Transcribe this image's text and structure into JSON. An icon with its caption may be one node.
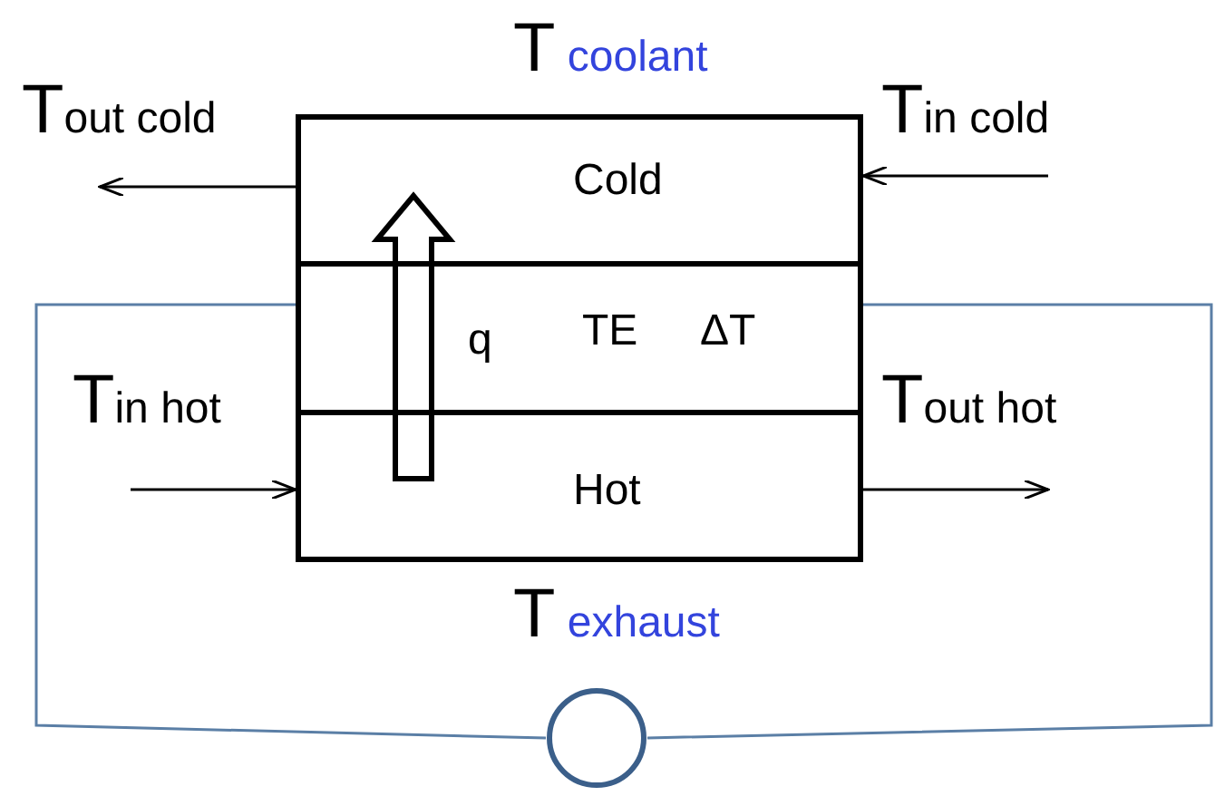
{
  "diagram": {
    "nodes": [
      {
        "text": [
          "Cold"
        ]
      },
      {
        "text": [
          "TE",
          "ΔT"
        ]
      },
      {
        "text": [
          "Hot"
        ]
      },
      {
        "text": [],
        "shape": "circle"
      }
    ],
    "edges": [
      {
        "from": 0,
        "to": null,
        "arrow": "to",
        "label": "Tout cold"
      },
      {
        "from": null,
        "to": 0,
        "arrow": "to",
        "label": "Tin cold"
      },
      {
        "from": null,
        "to": 2,
        "arrow": "to",
        "label": "Tin hot"
      },
      {
        "from": 2,
        "to": null,
        "arrow": "to",
        "label": "Tout hot"
      },
      {
        "from": 2,
        "to": 0,
        "arrow": "to",
        "label": "q",
        "style": "thick"
      },
      {
        "from": 1,
        "to": 3,
        "arrow": "none",
        "color": "#5b7fa6"
      },
      {
        "from": 3,
        "to": 1,
        "arrow": "none",
        "color": "#5b7fa6"
      }
    ],
    "labels": [
      "T coolant",
      "T exhaust"
    ]
  }
}
